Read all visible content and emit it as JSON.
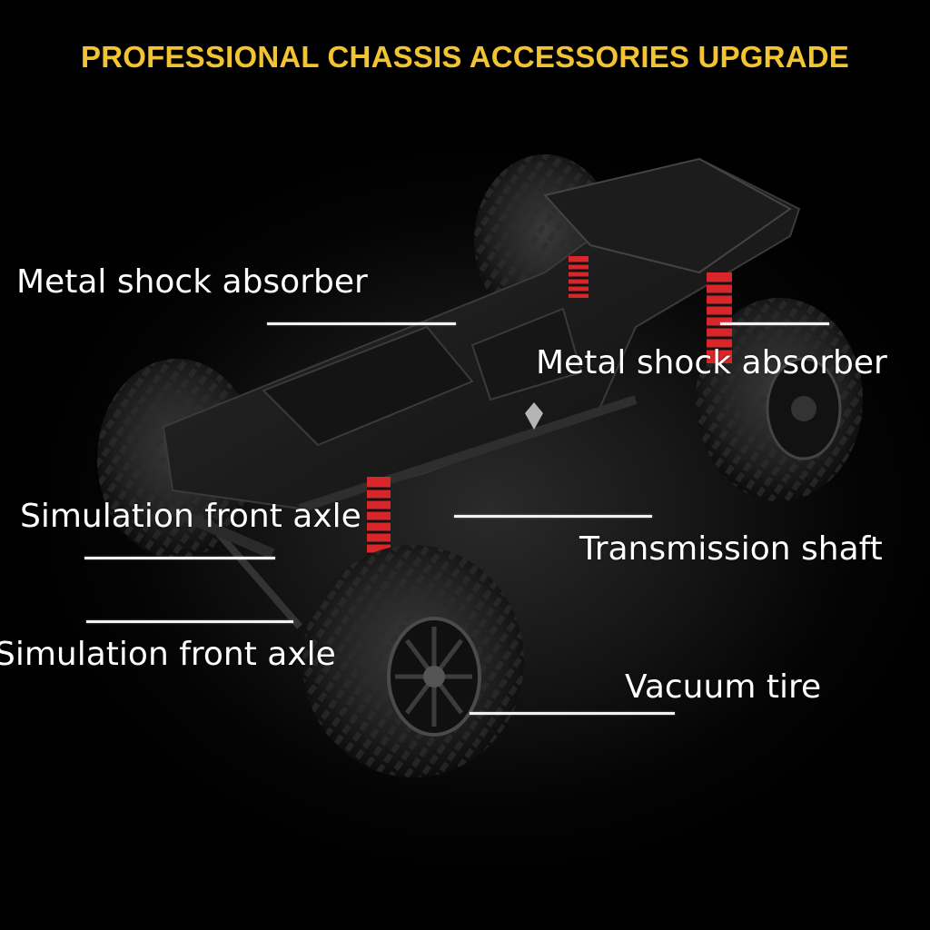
{
  "title": "PROFESSIONAL CHASSIS ACCESSORIES UPGRADE",
  "colors": {
    "title": "#f2c431",
    "background": "#000000",
    "labels": "#ffffff",
    "shock_spring": "#d8262b"
  },
  "callouts": [
    {
      "label": "Metal shock absorber"
    },
    {
      "label": "Metal shock absorber"
    },
    {
      "label": "Simulation front axle"
    },
    {
      "label": "Transmission shaft"
    },
    {
      "label": "Simulation front axle"
    },
    {
      "label": "Vacuum tire"
    }
  ],
  "image": {
    "subject": "RC crawler truck chassis with four off-road tires and red metal shock absorbers"
  }
}
